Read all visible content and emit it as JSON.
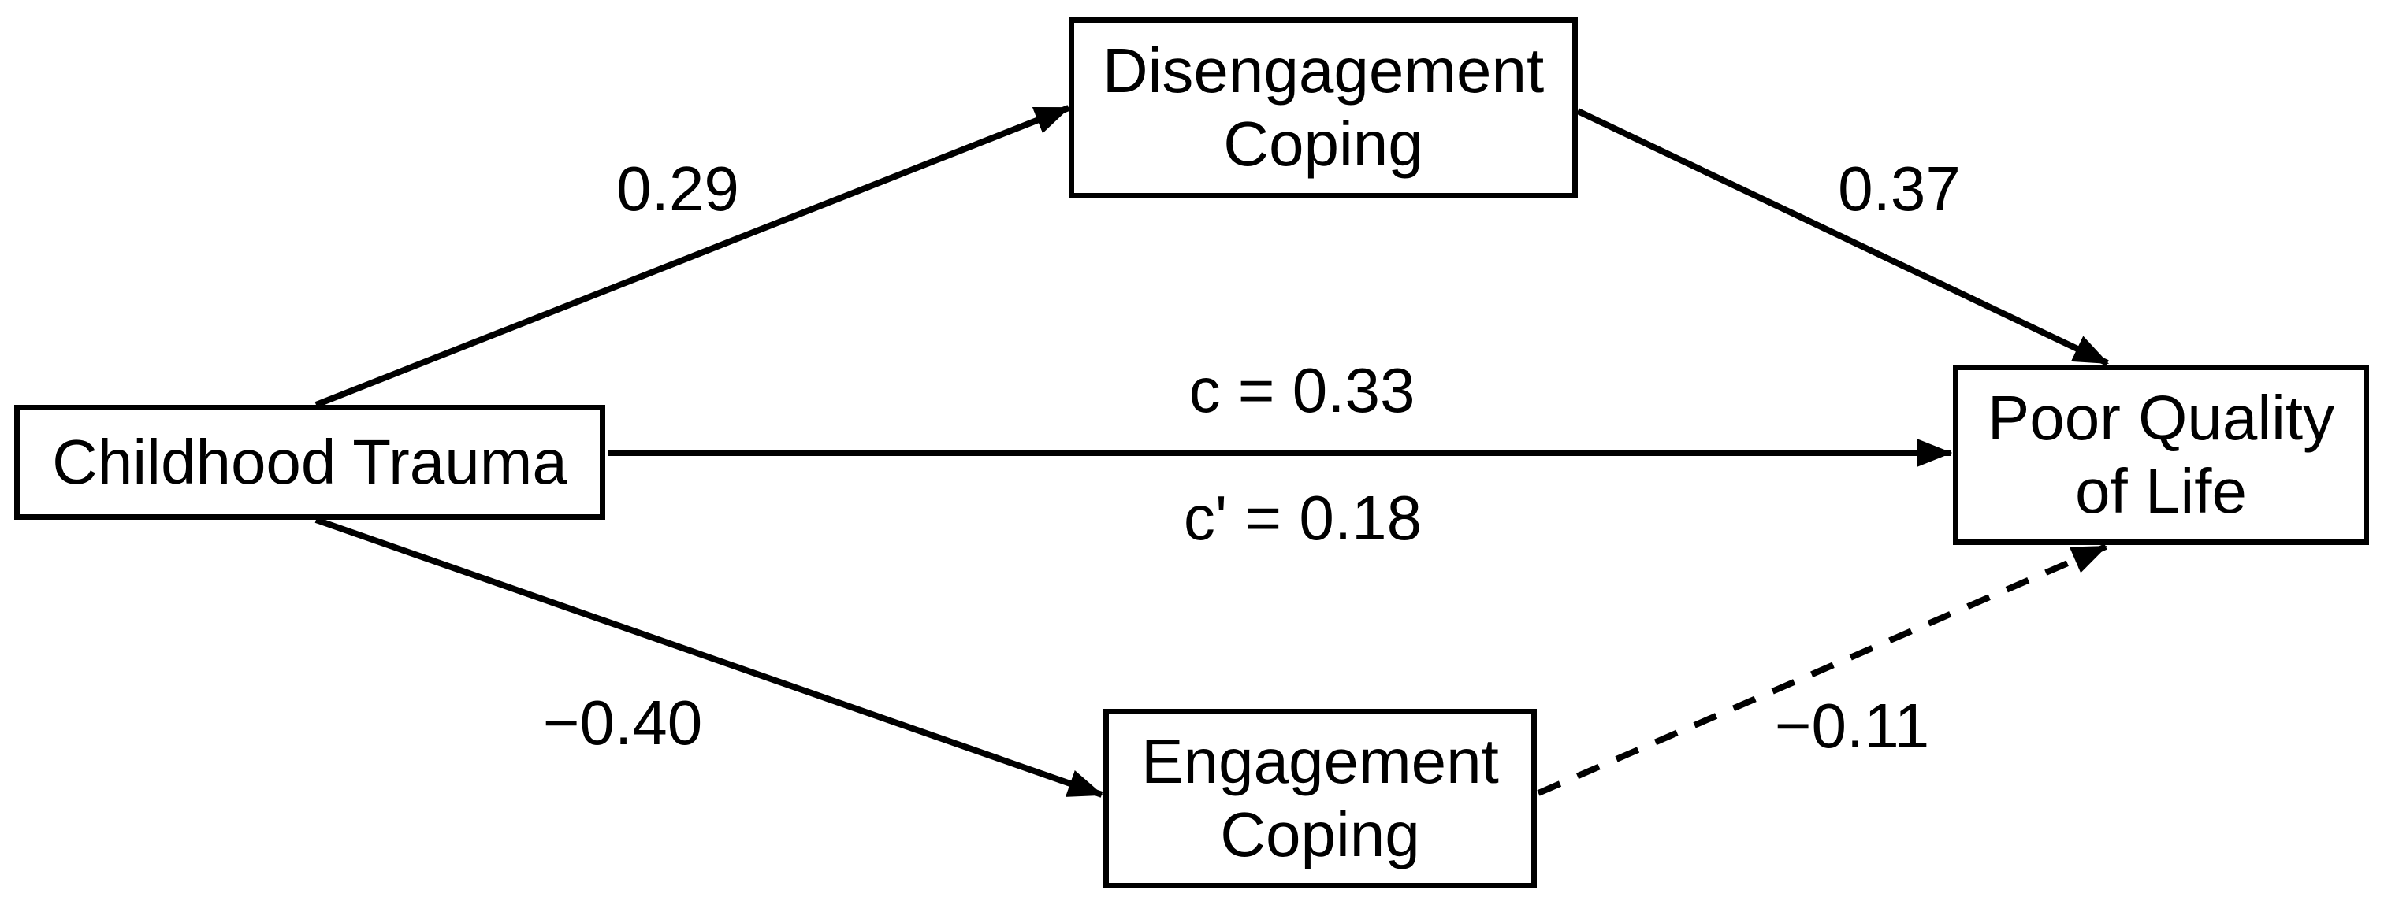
{
  "diagram": {
    "background_color": "#ffffff",
    "line_color": "#000000",
    "text_color": "#000000",
    "nodes": {
      "childhood_trauma": {
        "label": "Childhood Trauma"
      },
      "disengagement_coping": {
        "line1": "Disengagement",
        "line2": "Coping"
      },
      "engagement_coping": {
        "line1": "Engagement",
        "line2": "Coping"
      },
      "poor_quality_of_life": {
        "line1": "Poor Quality",
        "line2": "of Life"
      }
    },
    "edges": {
      "trauma_to_disengagement": {
        "label": "0.29",
        "style": "solid"
      },
      "disengagement_to_qol": {
        "label": "0.37",
        "style": "solid"
      },
      "trauma_to_qol_total": {
        "label": "c = 0.33",
        "style": "solid"
      },
      "trauma_to_qol_direct": {
        "label": "c' = 0.18",
        "style": "solid"
      },
      "trauma_to_engagement": {
        "label": "−0.40",
        "style": "solid"
      },
      "engagement_to_qol": {
        "label": "−0.11",
        "style": "dashed"
      }
    }
  }
}
